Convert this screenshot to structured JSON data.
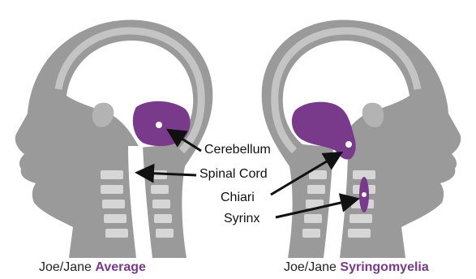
{
  "labels": {
    "cerebellum": "Cerebellum",
    "spinal_cord": "Spinal Cord",
    "chiari": "Chiari",
    "syrinx": "Syrinx"
  },
  "captions": {
    "left_prefix": "Joe/Jane",
    "left_highlight": "Average",
    "right_prefix": "Joe/Jane",
    "right_highlight": "Syringomyelia"
  },
  "colors": {
    "head": "#9a9a9a",
    "skull": "#c0c0c0",
    "anatomy": "#7a3a8c",
    "highlight_text": "#7a3a8c"
  }
}
